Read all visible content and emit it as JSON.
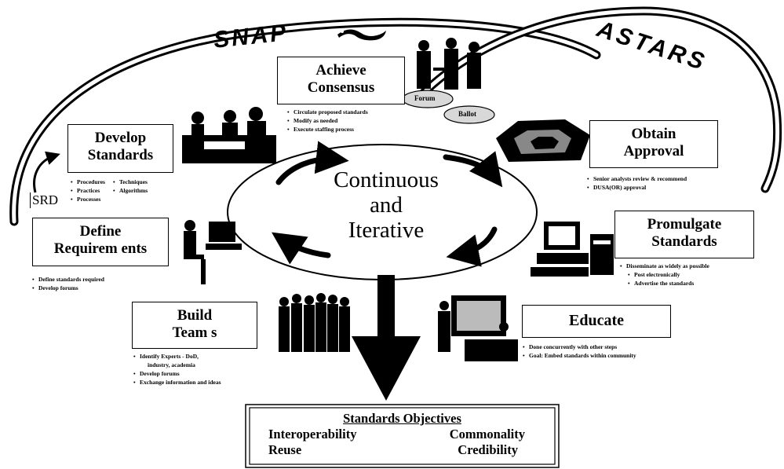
{
  "banner": {
    "left": "SNAP",
    "right": "ASTARS"
  },
  "center": {
    "lines": [
      "Continuous",
      "and",
      "Iterative"
    ]
  },
  "srd_label": "SRD",
  "steps": {
    "develop": {
      "title": [
        "Develop",
        "Standards"
      ],
      "col1": [
        "Procedures",
        "Practices",
        "Processes"
      ],
      "col2": [
        "Techniques",
        "Algorithms"
      ]
    },
    "consensus": {
      "title": [
        "Achieve",
        "Consensus"
      ],
      "bullets": [
        "Circulate proposed standards",
        "Modify as needed",
        "Execute staffing process"
      ],
      "ovals": [
        "Forum",
        "Ballot"
      ]
    },
    "approval": {
      "title": [
        "Obtain",
        "Approval"
      ],
      "bullets": [
        "Senior analysts review & recommend",
        "DUSA(OR) approval"
      ]
    },
    "promulgate": {
      "title": [
        "Promulgate",
        "Standards"
      ],
      "bullets": [
        "Disseminate as widely as possible",
        "Post electronically",
        "Advertise the standards"
      ]
    },
    "educate": {
      "title": [
        "Educate"
      ],
      "bullets": [
        "Done concurrently with other steps",
        "Goal:  Embed standards  within community"
      ]
    },
    "teams": {
      "title": [
        "Build",
        "Team s"
      ],
      "bullets": [
        "Identify Experts - DoD,",
        "industry, academia",
        "Develop forums",
        "Exchange information and ideas"
      ]
    },
    "requirements": {
      "title": [
        "Define",
        "Requirem ents"
      ],
      "bullets": [
        "Define standards required",
        "Develop forums"
      ]
    }
  },
  "objectives": {
    "heading": "Standards Objectives",
    "items": [
      "Interoperability",
      "Commonality",
      "Reuse",
      "Credibility"
    ]
  }
}
